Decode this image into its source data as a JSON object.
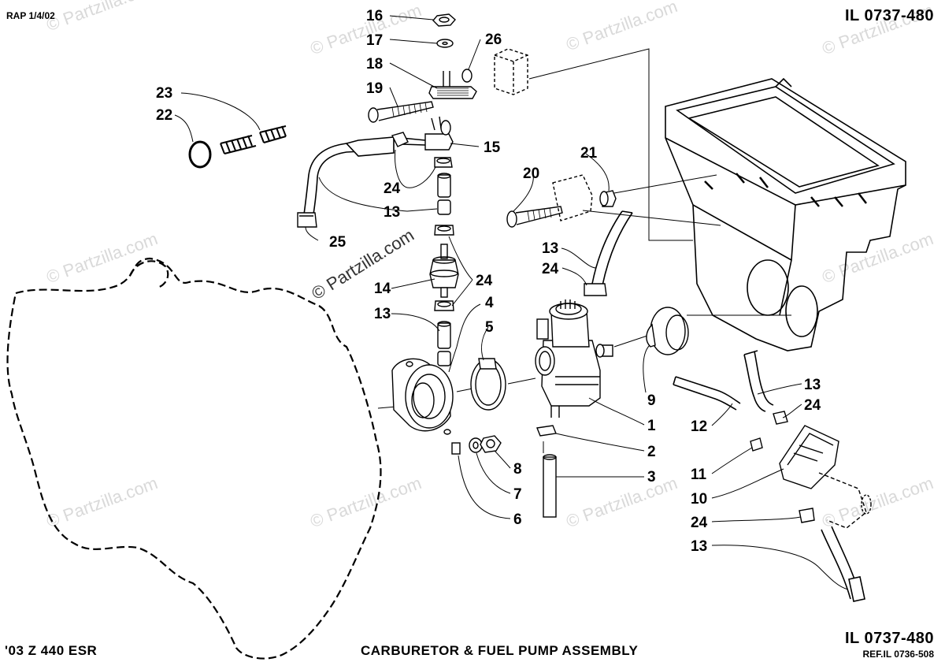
{
  "header": {
    "date_code": "RAP 1/4/02",
    "illustration_id_top": "IL 0737-480"
  },
  "footer": {
    "model": "'03 Z 440 ESR",
    "title": "CARBURETOR & FUEL PUMP ASSEMBLY",
    "illustration_id_bottom": "IL 0737-480",
    "reference": "REF.IL 0736-508"
  },
  "watermark": {
    "text": "© Partzilla.com",
    "strong_text": "© Partzilla.com"
  },
  "callouts": [
    {
      "label": "16"
    },
    {
      "label": "17"
    },
    {
      "label": "26"
    },
    {
      "label": "18"
    },
    {
      "label": "19"
    },
    {
      "label": "23"
    },
    {
      "label": "22"
    },
    {
      "label": "15"
    },
    {
      "label": "24"
    },
    {
      "label": "13"
    },
    {
      "label": "21"
    },
    {
      "label": "20"
    },
    {
      "label": "25"
    },
    {
      "label": "13"
    },
    {
      "label": "24"
    },
    {
      "label": "14"
    },
    {
      "label": "24"
    },
    {
      "label": "4"
    },
    {
      "label": "13"
    },
    {
      "label": "5"
    },
    {
      "label": "9"
    },
    {
      "label": "1"
    },
    {
      "label": "2"
    },
    {
      "label": "3"
    },
    {
      "label": "8"
    },
    {
      "label": "7"
    },
    {
      "label": "6"
    },
    {
      "label": "13"
    },
    {
      "label": "24"
    },
    {
      "label": "12"
    },
    {
      "label": "11"
    },
    {
      "label": "10"
    },
    {
      "label": "24"
    },
    {
      "label": "13"
    }
  ]
}
